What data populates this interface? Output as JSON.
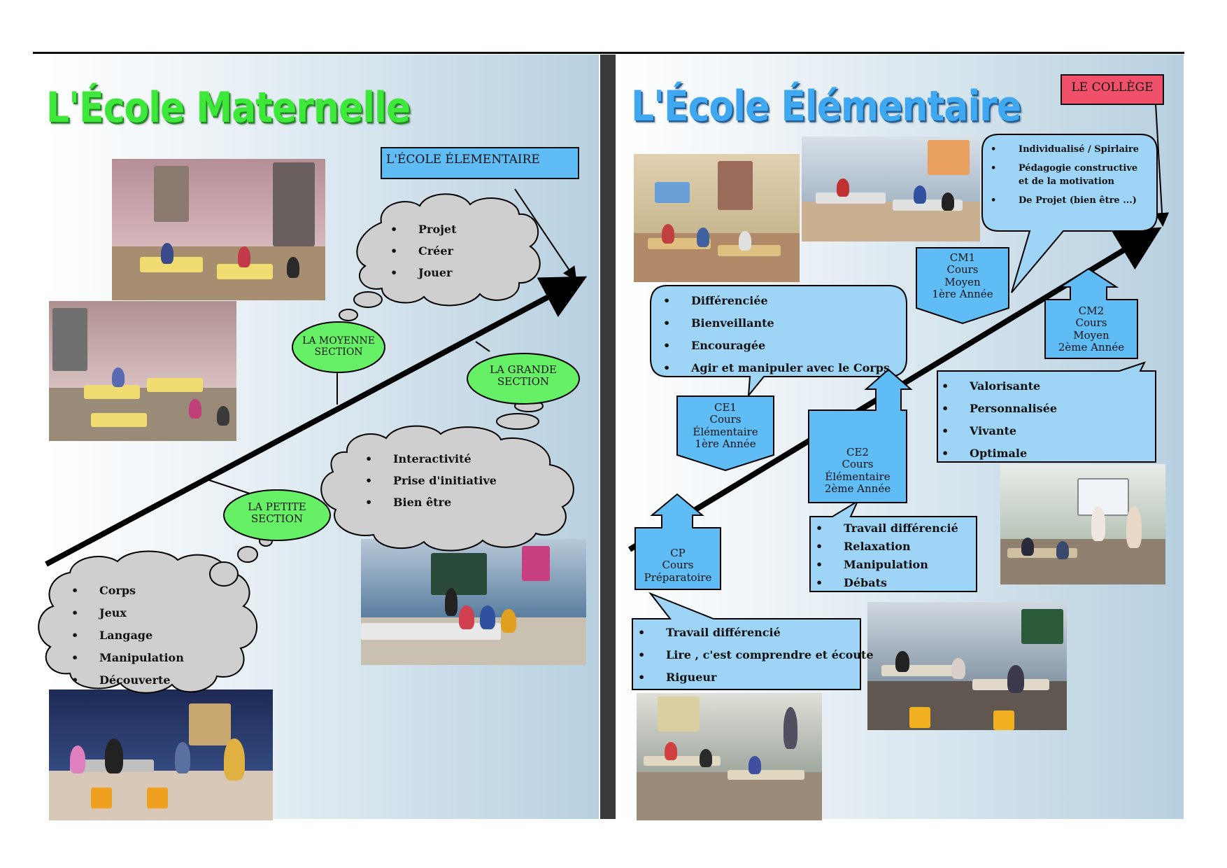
{
  "maternelle": {
    "title": "L'École Maternelle",
    "next_label": "L'ÉCOLE  ÉLEMENTAIRE",
    "sections": {
      "moyenne": "LA MOYENNE\nSECTION",
      "grande": "LA GRANDE\nSECTION",
      "petite": "LA PETITE\nSECTION"
    },
    "cloud_top": [
      "Projet",
      "Créer",
      "Jouer"
    ],
    "cloud_middle": [
      "Interactivité",
      "Prise d'initiative",
      "Bien être"
    ],
    "cloud_bottom": [
      "Corps",
      "Jeux",
      "Langage",
      "Manipulation",
      "Découverte"
    ]
  },
  "elementaire": {
    "title": "L'École Élémentaire",
    "college_label": "LE COLLÈGE",
    "levels": {
      "cp": "CP\nCours\nPréparatoire",
      "ce1": "CE1\nCours\nÉlémentaire\n1ère Année",
      "ce2": "CE2\nCours\nÉlémentaire\n2ème Année",
      "cm1": "CM1\nCours\nMoyen\n1ère Année",
      "cm2": "CM2\nCours\nMoyen\n2ème Année"
    },
    "cm1_callout": [
      "Individualisé / Spirlaire",
      "Pédagogie constructive\net de la motivation",
      "De Projet (bien être ...)"
    ],
    "ce1_callout": [
      "Différenciée",
      "Bienveillante",
      "Encouragée",
      "Agir et manipuler avec le Corps"
    ],
    "cm2_callout": [
      "Valorisante",
      "Personnalisée",
      "Vivante",
      "Optimale"
    ],
    "ce2_callout": [
      "Travail différencié",
      "Relaxation",
      "Manipulation",
      "Débats"
    ],
    "cp_callout": [
      "Travail différencié",
      "Lire , c'est comprendre et écoute",
      "Rigueur"
    ]
  },
  "colors": {
    "green_title": "#3ee83a",
    "blue_title": "#3fa8f0",
    "section_green": "#66f066",
    "level_blue": "#5fbcf5",
    "cloud_gray": "#cfcfcf",
    "college_red": "#f0506a"
  }
}
